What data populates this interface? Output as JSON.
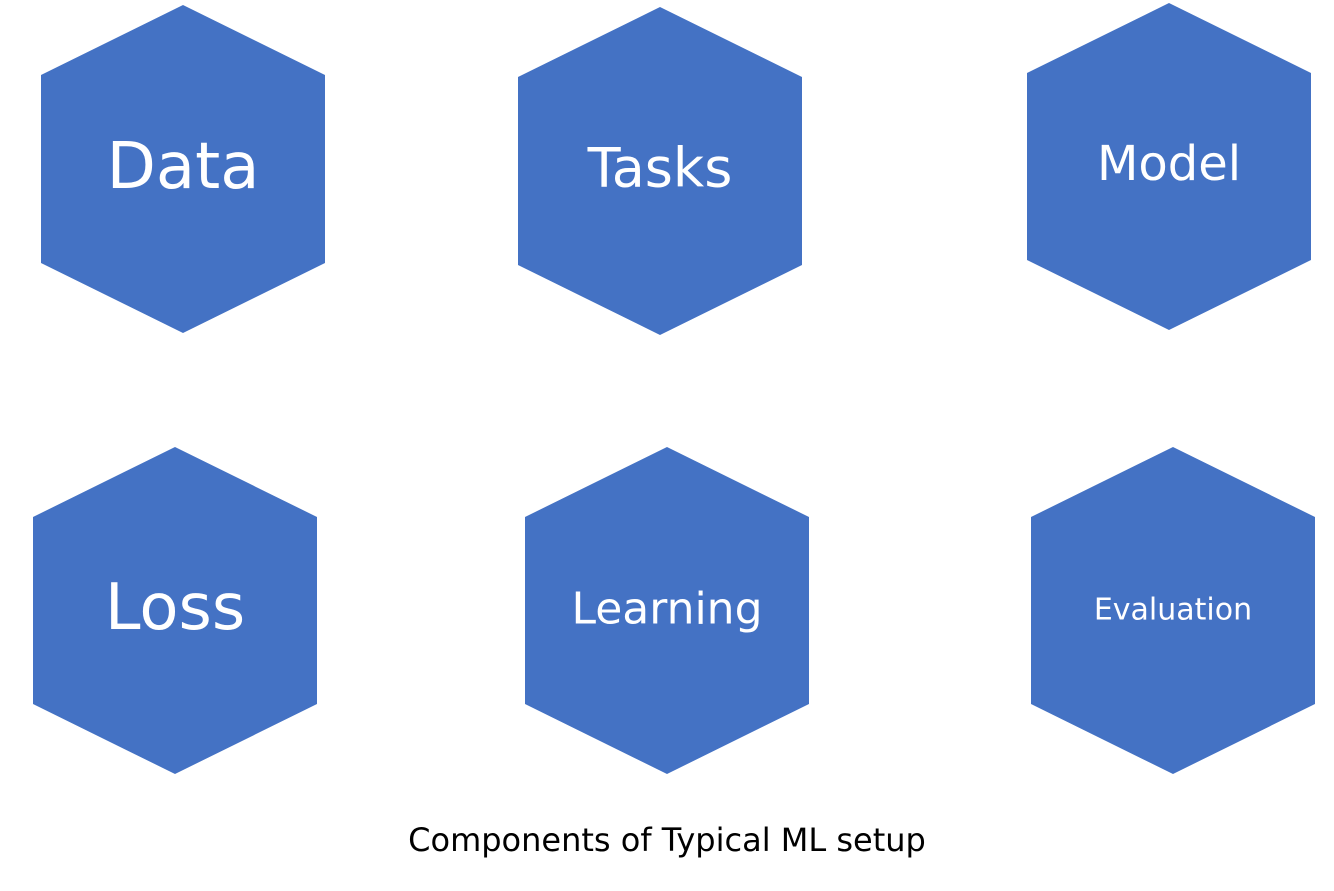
{
  "diagram": {
    "shape_color": "#4472c4",
    "label_color": "#ffffff",
    "nodes": [
      {
        "id": "data",
        "label": "Data"
      },
      {
        "id": "tasks",
        "label": "Tasks"
      },
      {
        "id": "model",
        "label": "Model"
      },
      {
        "id": "loss",
        "label": "Loss"
      },
      {
        "id": "learning",
        "label": "Learning"
      },
      {
        "id": "evaluation",
        "label": "Evaluation"
      }
    ]
  },
  "caption": "Components of Typical ML setup"
}
